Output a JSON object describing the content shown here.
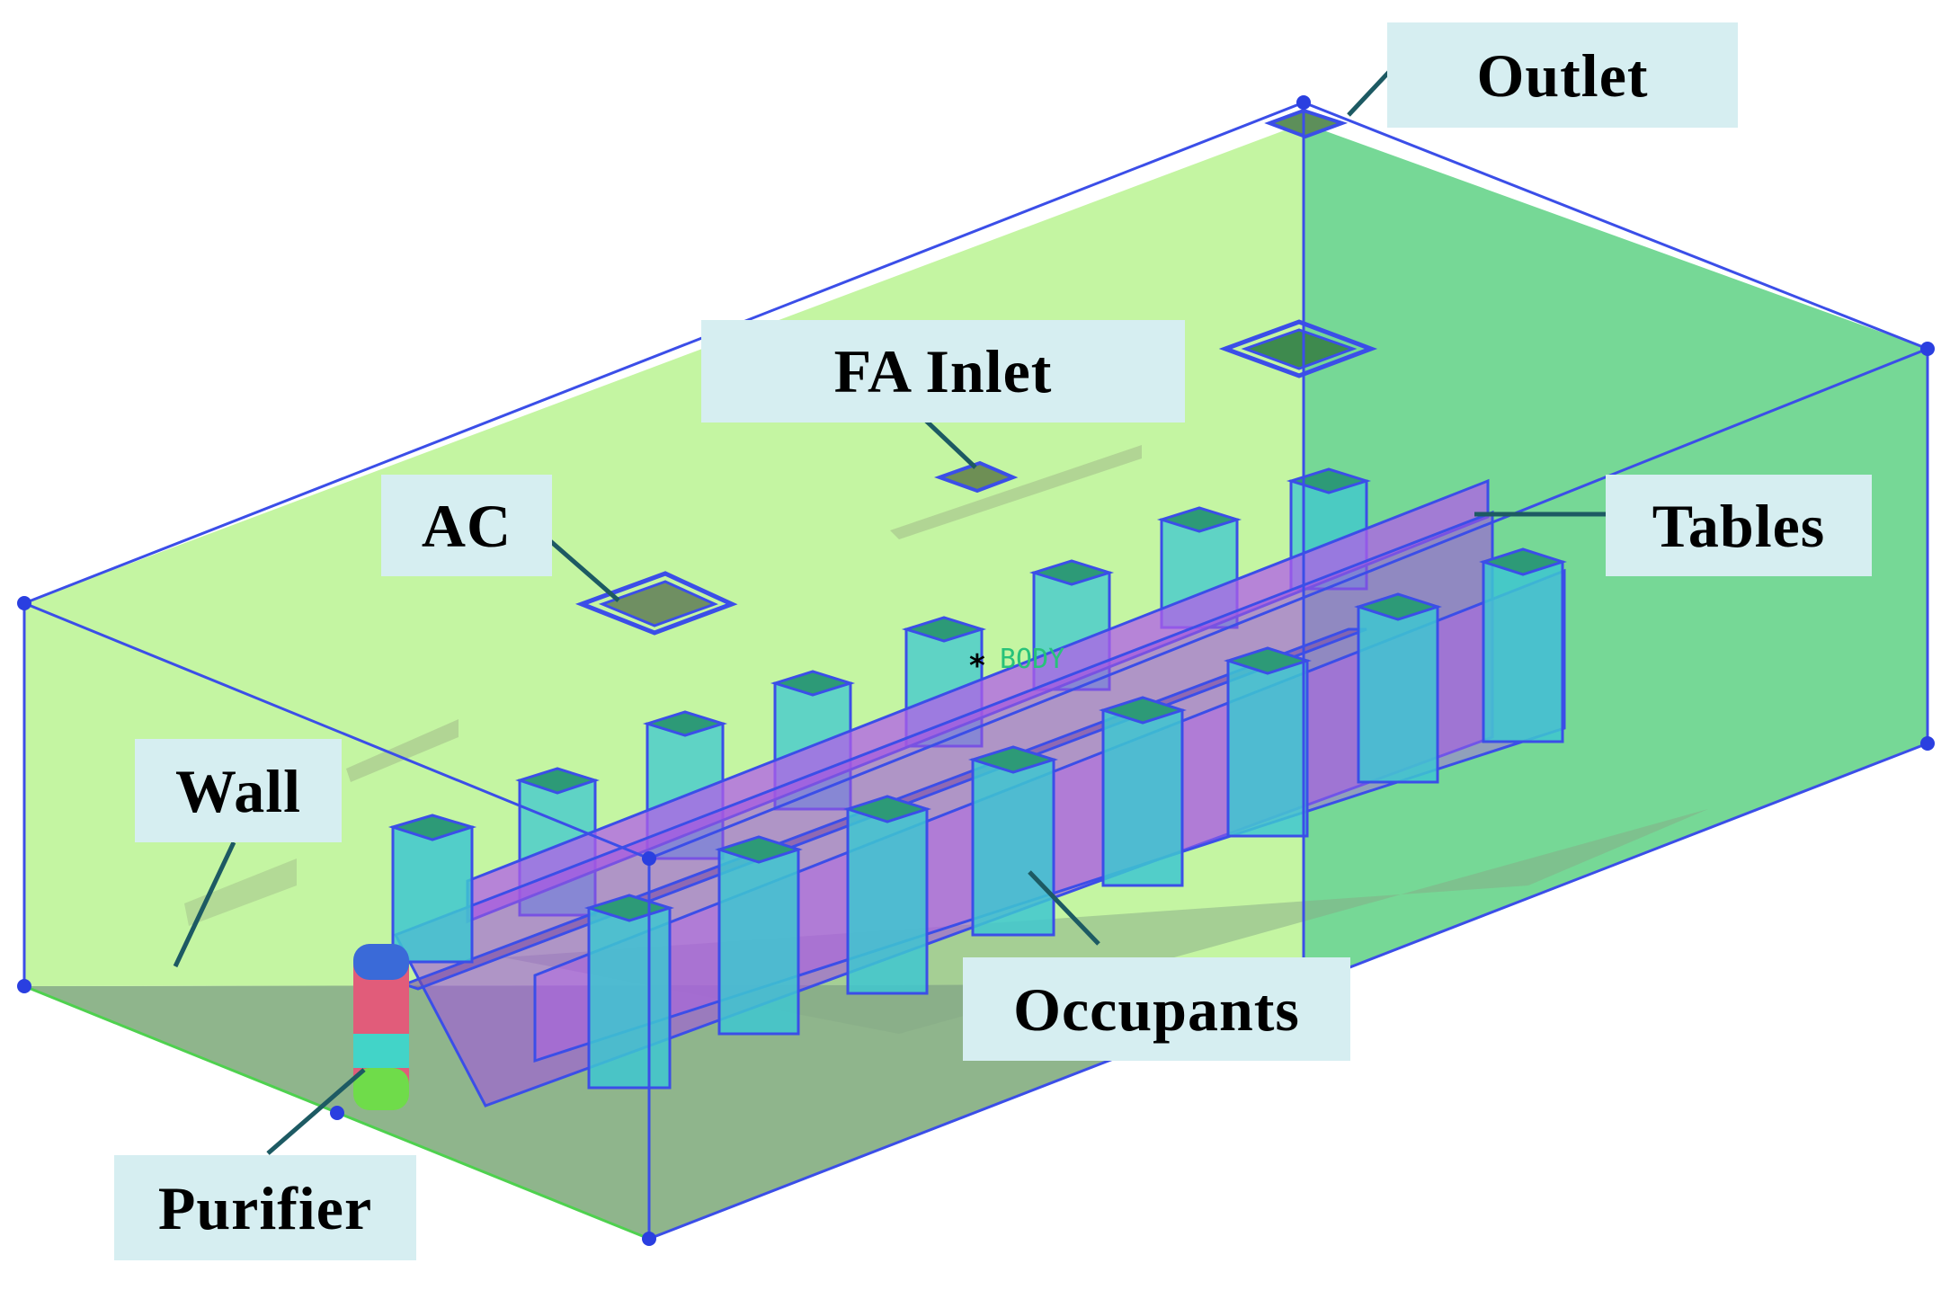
{
  "labels": {
    "outlet": "Outlet",
    "fa_inlet": "FA Inlet",
    "ac": "AC",
    "tables": "Tables",
    "wall": "Wall",
    "occupants": "Occupants",
    "purifier": "Purifier"
  },
  "scene": {
    "body_marker_text": "BODY"
  },
  "colors": {
    "wall_light": "#c3f5a0",
    "wall_dark": "#76d896",
    "floor": "#8fb58c",
    "table": "#b25ee8",
    "occupant": "#3ec7d0",
    "occupant_top": "#2d9a77",
    "edge": "#3b4ee8",
    "leader": "#1d5a63",
    "label_bg": "#d6eef1"
  }
}
